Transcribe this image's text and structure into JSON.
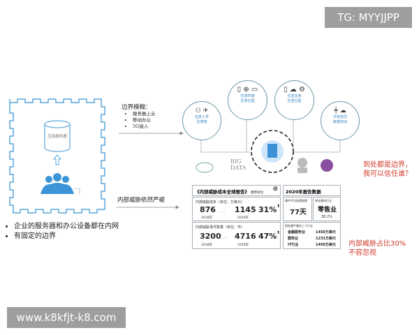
{
  "watermarks": {
    "top": "TG: MYYJJPP",
    "bottom": "www.k8kfjt-k8.com"
  },
  "left": {
    "server_label": "应用服务器",
    "bullets": [
      "企业的服务器和办公设备都在内网",
      "有固定的边界"
    ]
  },
  "arrows": {
    "top": {
      "title": "边界模糊：",
      "items": [
        "服务器上云",
        "移动办公",
        "5G接入"
      ]
    },
    "bottom": {
      "title": "内部威胁依然严峻"
    }
  },
  "circles": [
    {
      "lines": [
        "任意人员",
        "任意物"
      ]
    },
    {
      "lines": [
        "任意终端",
        "任意位置"
      ]
    },
    {
      "lines": [
        "任意应用",
        "任意位置"
      ]
    },
    {
      "lines": [
        "开放协同",
        "敏捷流动"
      ]
    }
  ],
  "bottom_icons": {
    "big_data": [
      "BIG",
      "DATA"
    ]
  },
  "question": [
    "到处都是边界，",
    "我可以信任谁？"
  ],
  "report": {
    "title": "《内部威胁成本全球报告》",
    "title_suffix": "趋势对比",
    "row1": {
      "label": "内部威胁成本（单位：万美元）",
      "v2018": "876",
      "v2020": "1145",
      "y2018": "2018年",
      "y2020": "2020年",
      "pct": "31%"
    },
    "row2": {
      "label": "内部威胁事件数量（单位：件）",
      "v2018": "3200",
      "v2020": "4716",
      "y2018": "2018年",
      "y2020": "2020年",
      "pct": "47%"
    },
    "right_title": "2020年报告数据",
    "avg": {
      "label": "事件平均处理周期",
      "value": "77天"
    },
    "growth": {
      "label": "增长最快行业",
      "value": "零售业",
      "pct": "38.2%"
    },
    "loss": {
      "label": "损失最严重的三个行业",
      "rows": [
        [
          "金融服务业",
          "1450万美元"
        ],
        [
          "服务业",
          "1231万美元"
        ],
        [
          "IT行业",
          "1450万美元"
        ]
      ]
    }
  },
  "note": [
    "内部威胁占比30%",
    "不容忽视"
  ],
  "colors": {
    "accent": "#3d95d8",
    "red": "#d23a2a",
    "circle": "#6d98a8"
  }
}
